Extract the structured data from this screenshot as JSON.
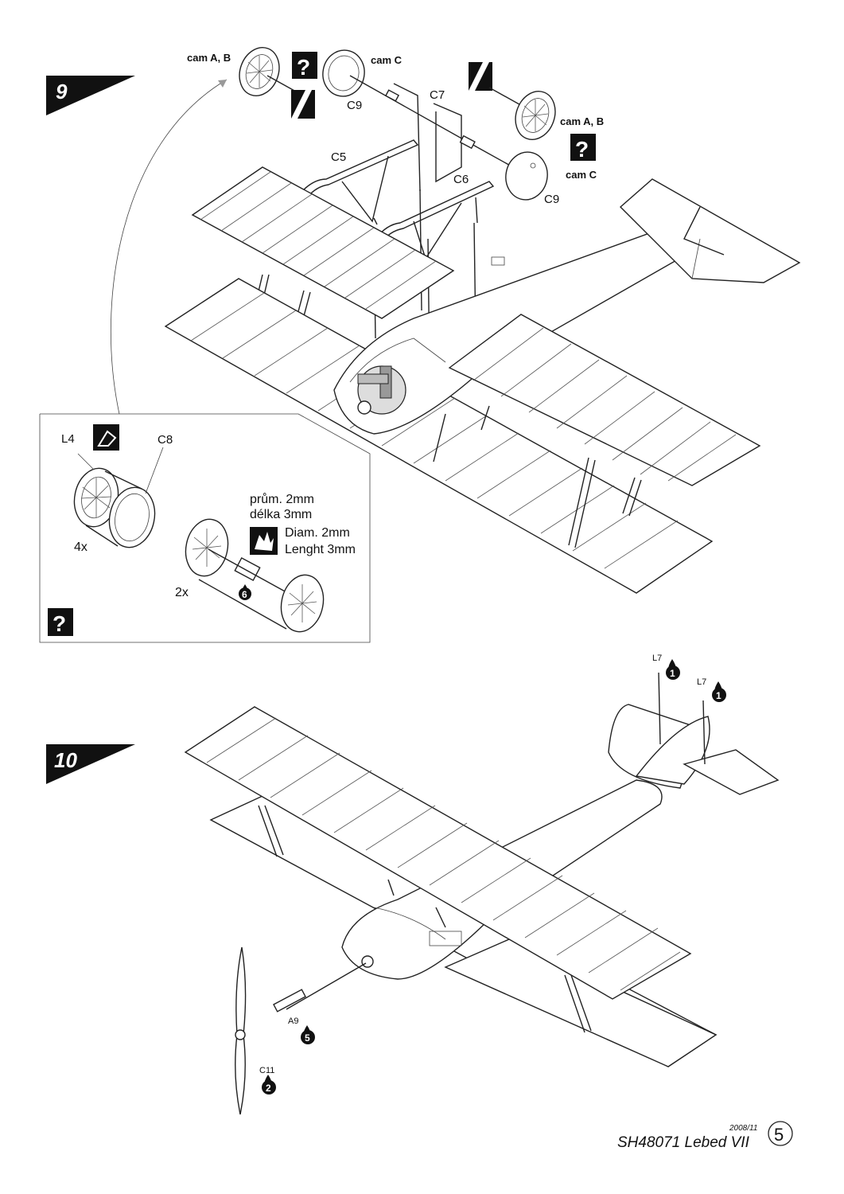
{
  "step9": {
    "number": "9",
    "labels": {
      "cam_ab_left": "cam  A, B",
      "cam_c_left": "cam  C",
      "c9_left": "C9",
      "c7": "C7",
      "c5": "C5",
      "c6": "C6",
      "cam_ab_right": "cam  A, B",
      "cam_c_right": "cam  C",
      "c9_right": "C9"
    },
    "inset": {
      "l4": "L4",
      "c8": "C8",
      "qty_4x": "4x",
      "qty_2x": "2x",
      "cz_diam": "prům. 2mm",
      "cz_length": "délka 3mm",
      "en_diam": "Diam. 2mm",
      "en_length": "Lenght 3mm",
      "drip_6": "6"
    }
  },
  "step10": {
    "number": "10",
    "labels": {
      "l7_a": "L7",
      "l7_b": "L7",
      "drip_1a": "1",
      "drip_1b": "1",
      "a9": "A9",
      "drip_5": "5",
      "c11": "C11",
      "drip_2": "2"
    }
  },
  "footer": {
    "date": "2008/11",
    "kit": "SH48071  Lebed VII",
    "page": "5"
  }
}
